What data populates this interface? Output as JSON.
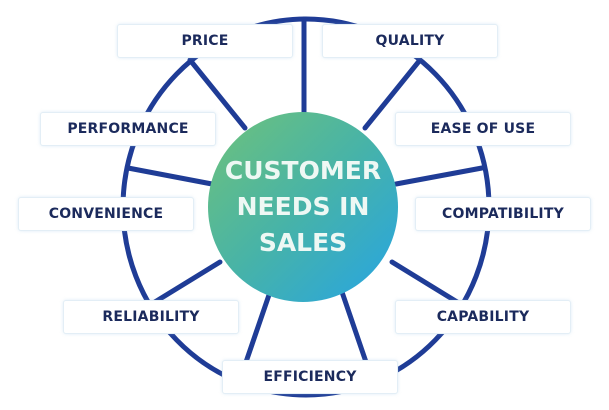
{
  "center": {
    "line1": "CUSTOMER",
    "line2": "NEEDS IN",
    "line3": "SALES"
  },
  "needs": [
    "PRICE",
    "QUALITY",
    "PERFORMANCE",
    "EASE OF USE",
    "CONVENIENCE",
    "COMPATIBILITY",
    "RELIABILITY",
    "CAPABILITY",
    "EFFICIENCY"
  ],
  "colors": {
    "line": "#1f3c96",
    "text": "#1b2a5c",
    "gradient_start": "#6fc27a",
    "gradient_end": "#26a4e4"
  }
}
